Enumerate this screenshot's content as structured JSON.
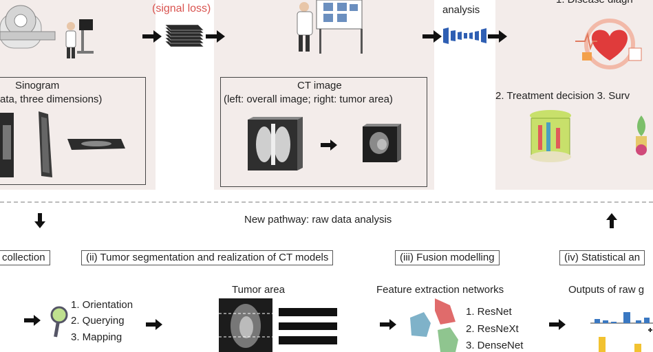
{
  "top": {
    "signal_loss": "(signal loss)",
    "radiomics_analysis": "analysis",
    "sinogram_title": "Sinogram",
    "sinogram_subtitle": "ata, three dimensions)",
    "ct_title": "CT image",
    "ct_subtitle": "(left: overall image; right: tumor area)",
    "diag_1": "1. Disease diagn",
    "treatment": "2. Treatment decision 3. Surv"
  },
  "middle": {
    "new_pathway": "New pathway: raw data analysis"
  },
  "stages": [
    {
      "label": "collection"
    },
    {
      "label": "(ii) Tumor segmentation and realization of CT models"
    },
    {
      "label": "(iii) Fusion modelling"
    },
    {
      "label": "(iv) Statistical an"
    }
  ],
  "bottom": {
    "steps": [
      "1. Orientation",
      "2. Querying",
      "3. Mapping"
    ],
    "tumor_area": "Tumor area",
    "feature_networks": "Feature extraction networks",
    "networks": [
      "1. ResNet",
      "2. ResNeXt",
      "3. DenseNet"
    ],
    "outputs": "Outputs of raw g"
  },
  "colors": {
    "panel_bg": "#f3ecea",
    "accent_red": "#d9534f",
    "net_blue": "#2f5fb3",
    "shape_red": "#e06b6b",
    "shape_teal": "#7fb2c9",
    "shape_green": "#8fc58f",
    "bar_blue": "#3a78c2",
    "bar_yellow": "#f2c230"
  }
}
